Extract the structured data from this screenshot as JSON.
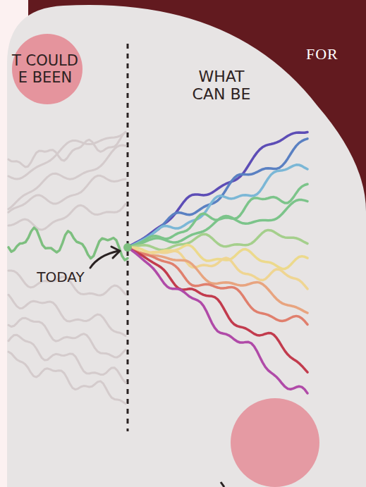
{
  "diagram": {
    "labels": [
      "T COULD E BEEN",
      "WHAT CAN BE",
      "TODAY",
      "FOR"
    ]
  }
}
